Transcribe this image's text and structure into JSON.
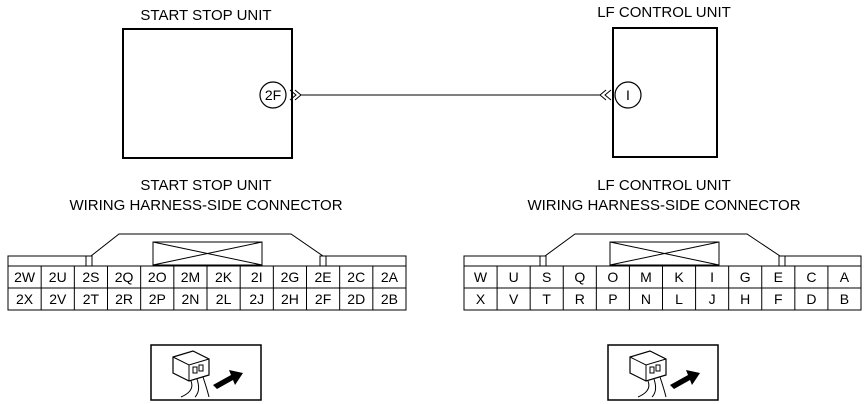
{
  "units": {
    "left": {
      "title": "START STOP UNIT",
      "terminal": "2F"
    },
    "right": {
      "title": "LF CONTROL UNIT",
      "terminal": "I"
    }
  },
  "connectors": {
    "left": {
      "title_line1": "START STOP UNIT",
      "title_line2": "WIRING HARNESS-SIDE CONNECTOR",
      "rows": [
        [
          "2W",
          "2U",
          "2S",
          "2Q",
          "2O",
          "2M",
          "2K",
          "2I",
          "2G",
          "2E",
          "2C",
          "2A"
        ],
        [
          "2X",
          "2V",
          "2T",
          "2R",
          "2P",
          "2N",
          "2L",
          "2J",
          "2H",
          "2F",
          "2D",
          "2B"
        ]
      ]
    },
    "right": {
      "title_line1": "LF CONTROL UNIT",
      "title_line2": "WIRING HARNESS-SIDE CONNECTOR",
      "rows": [
        [
          "W",
          "U",
          "S",
          "Q",
          "O",
          "M",
          "K",
          "I",
          "G",
          "E",
          "C",
          "A"
        ],
        [
          "X",
          "V",
          "T",
          "R",
          "P",
          "N",
          "L",
          "J",
          "H",
          "F",
          "D",
          "B"
        ]
      ]
    }
  },
  "icons": {
    "left": "connector-view-icon",
    "right": "connector-view-icon"
  }
}
